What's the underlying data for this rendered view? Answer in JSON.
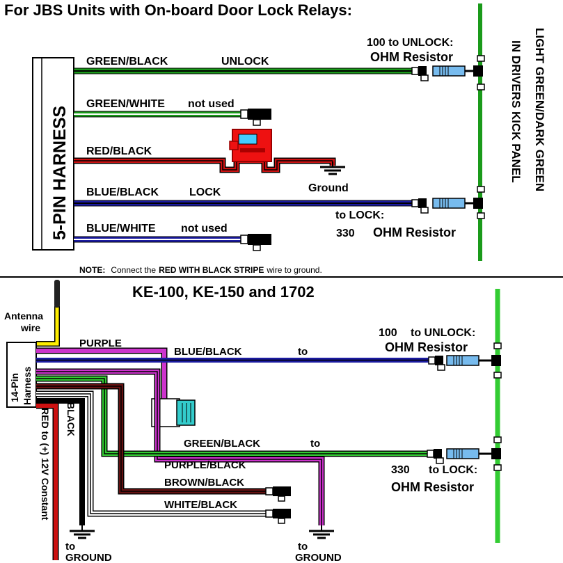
{
  "top": {
    "title": "For JBS Units with On-board Door Lock Relays:",
    "harness_label": "5-PIN HARNESS",
    "vertical_label_1": "LIGHT GREEN/DARK GREEN",
    "vertical_label_2": "IN DRIVERS KICK PANEL",
    "wires": {
      "green_black": "GREEN/BLACK",
      "unlock": "UNLOCK",
      "green_white": "GREEN/WHITE",
      "green_white_note": "not used",
      "red_black": "RED/BLACK",
      "ground": "Ground",
      "blue_black": "BLUE/BLACK",
      "lock": "LOCK",
      "blue_white": "BLUE/WHITE",
      "blue_white_note": "not used"
    },
    "unlock_resistor_1": "100  to UNLOCK:",
    "unlock_resistor_2": "OHM Resistor",
    "lock_resistor_1": "to LOCK:",
    "lock_resistor_value": "330",
    "lock_resistor_2": "OHM Resistor",
    "note_label": "NOTE:",
    "note_text_1": "Connect the",
    "note_text_bold": "RED WITH BLACK STRIPE",
    "note_text_2": "wire to ground."
  },
  "bottom": {
    "title": "KE-100, KE-150 and 1702",
    "antenna_1": "Antenna",
    "antenna_2": "wire",
    "harness_1": "14-Pin",
    "harness_2": "Harness",
    "purple": "PURPLE",
    "blue_black": "BLUE/BLACK",
    "to_1": "to",
    "unlock_resistor_value": "100",
    "unlock_resistor_1": "to UNLOCK:",
    "unlock_resistor_2": "OHM Resistor",
    "green_black": "GREEN/BLACK",
    "to_2": "to",
    "lock_resistor_value": "330",
    "lock_resistor_1": "to LOCK:",
    "lock_resistor_2": "OHM Resistor",
    "purple_black": "PURPLE/BLACK",
    "brown_black": "BROWN/BLACK",
    "white_black": "WHITE/BLACK",
    "red": "RED to (+) 12V Constant",
    "black": "BLACK",
    "ground_to_1": "to",
    "ground_1": "GROUND",
    "ground_to_2": "to",
    "ground_2": "GROUND"
  },
  "colors": {
    "green": "#1a9a1a",
    "light_green": "#33cc33",
    "red": "#cc1111",
    "blue": "#1a1aa0",
    "purple": "#cc33cc",
    "brown": "#661111",
    "yellow": "#ffee00",
    "resistor": "#77bbee"
  }
}
